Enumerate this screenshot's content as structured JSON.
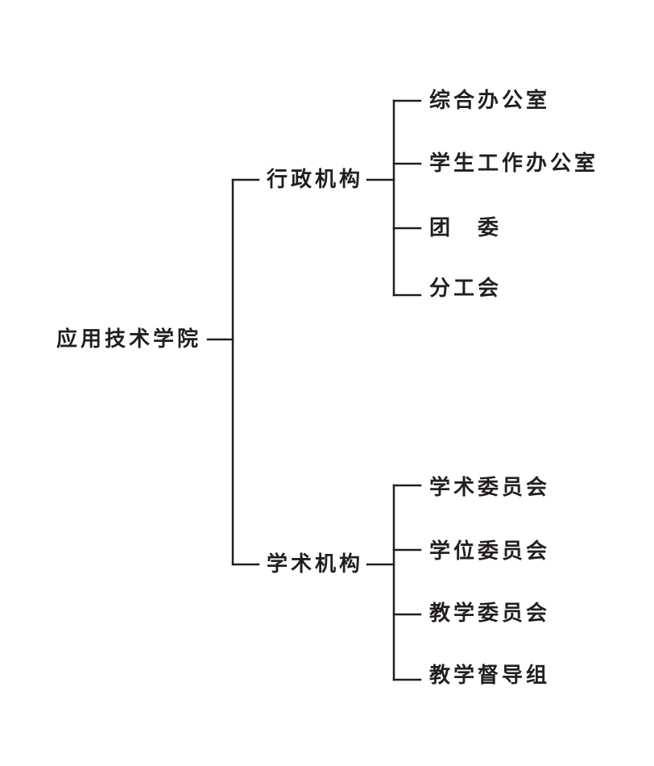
{
  "diagram": {
    "root": "应用技术学院",
    "branches": [
      {
        "label": "行政机构",
        "children": [
          "综合办公室",
          "学生工作办公室",
          "团　委",
          "分工会"
        ]
      },
      {
        "label": "学术机构",
        "children": [
          "学术委员会",
          "学位委员会",
          "教学委员会",
          "教学督导组"
        ]
      }
    ]
  },
  "colors": {
    "line": "#231f20",
    "text": "#231f20"
  }
}
